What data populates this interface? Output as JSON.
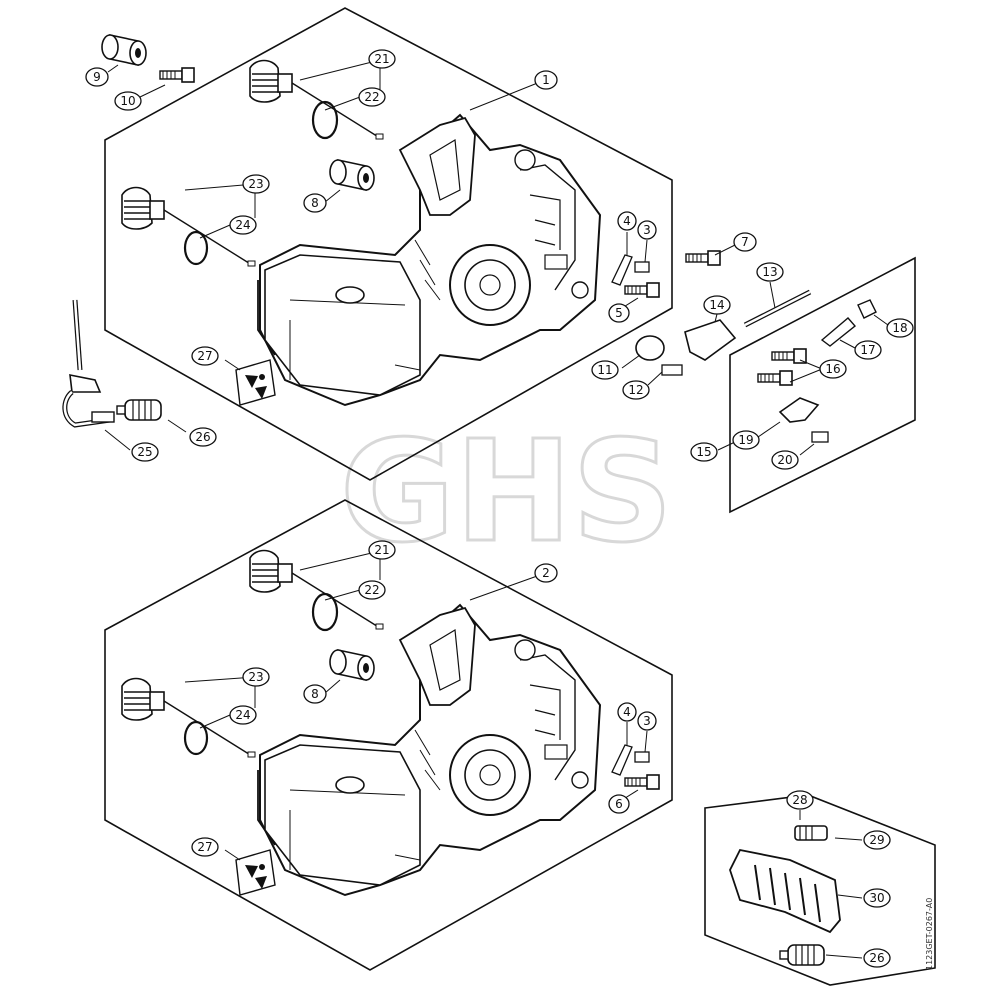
{
  "watermark": "GHS",
  "drawing_code": "1123GET-0267-A0",
  "callouts": {
    "c1": "1",
    "c2": "2",
    "c3": "3",
    "c4": "4",
    "c5": "5",
    "c6": "6",
    "c7": "7",
    "c8": "8",
    "c9": "9",
    "c10": "10",
    "c11": "11",
    "c12": "12",
    "c13": "13",
    "c14": "14",
    "c15": "15",
    "c16": "16",
    "c17": "17",
    "c18": "18",
    "c19": "19",
    "c20": "20",
    "c21": "21",
    "c22": "22",
    "c23": "23",
    "c24": "24",
    "c25": "25",
    "c26": "26",
    "c27": "27",
    "c28": "28",
    "c29": "29",
    "c30": "30"
  }
}
